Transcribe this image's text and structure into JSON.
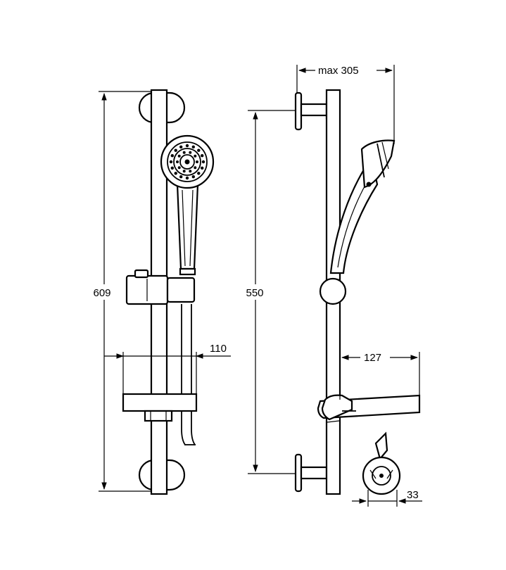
{
  "dimensions": {
    "total_height": "609",
    "wall_spacing": "550",
    "soap_dish_depth": "110",
    "shelf_depth": "127",
    "max_projection": "max 305",
    "bracket_diameter": "33"
  },
  "colors": {
    "line": "#000000",
    "background": "#ffffff"
  }
}
